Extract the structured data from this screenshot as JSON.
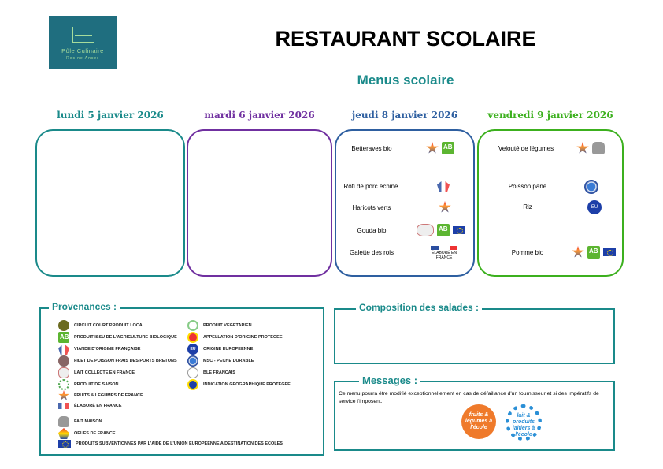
{
  "logo": {
    "line1": "Pôle Culinaire",
    "line2": "Recine Ancer"
  },
  "title": "RESTAURANT SCOLAIRE",
  "subtitle": "Menus scolaire",
  "colors": {
    "teal": "#1a8a8a",
    "purple": "#7030a0",
    "blue": "#2e5fa0",
    "green": "#3cb01e"
  },
  "days": [
    {
      "label": "lundi 5 janvier 2026",
      "items": []
    },
    {
      "label": "mardi 6 janvier 2026",
      "items": []
    },
    {
      "label": "jeudi 8 janvier 2026",
      "items": [
        {
          "name": "Betteraves bio",
          "icons": [
            "fruits-legumes-de-france-icon",
            "bio-icon"
          ]
        },
        {
          "name": "Rôti de porc échine",
          "icons": [
            "viande-francaise-icon"
          ]
        },
        {
          "name": "Haricots verts",
          "icons": [
            "fruits-legumes-de-france-icon"
          ]
        },
        {
          "name": "Gouda bio",
          "icons": [
            "lait-france-icon",
            "bio-icon",
            "eu-flag-icon"
          ]
        },
        {
          "name": "Galette des rois",
          "icons": [
            "elabore-en-france-icon"
          ]
        }
      ]
    },
    {
      "label": "vendredi 9 janvier 2026",
      "items": [
        {
          "name": "Velouté de légumes",
          "icons": [
            "fruits-legumes-de-france-icon",
            "fait-maison-icon"
          ]
        },
        {
          "name": "Poisson pané",
          "icons": [
            "msc-icon"
          ]
        },
        {
          "name": "Riz",
          "icons": [
            "origine-europeenne-icon"
          ]
        },
        {
          "name": "Pomme bio",
          "icons": [
            "fruits-legumes-de-france-icon",
            "bio-icon",
            "eu-flag-icon"
          ]
        }
      ]
    }
  ],
  "elabore_text": "ÉLABORÉ EN FRANCE",
  "provenances": {
    "title": "Provenances :",
    "left": [
      "CIRCUIT COURT PRODUIT LOCAL",
      "PRODUIT ISSU DE L'AGRICULTURE BIOLOGIQUE",
      "VIANDE D'ORIGINE FRANÇAISE",
      "FILET DE POISSON FRAIS DES PORTS BRETONS",
      "LAIT COLLECTÉ EN FRANCE",
      "PRODUIT DE SAISON",
      "FRUITS & LÉGUMES DE FRANCE",
      "ÉLABORÉ EN FRANCE",
      "FAIT MAISON",
      "OEUFS DE FRANCE",
      "PRODUITS SUBVENTIONNES PAR L'AIDE DE L'UNION EUROPEENNE A DESTINATION DES ECOLES"
    ],
    "right": [
      "PRODUIT VEGETARIEN",
      "APPELLATION D'ORIGINE PROTEGEE",
      "ORIGINE EUROPEENNE",
      "MSC - PECHE DURABLE",
      "BLE FRANCAIS",
      "INDICATION GEOGRAPHIQUE PROTEGEE"
    ]
  },
  "salades": {
    "title": "Composition des salades :"
  },
  "messages": {
    "title": "Messages :",
    "text": "Ce menu pourra être modifié exceptionnellement en cas de défaillance d'un fournisseur et si des impératifs de service l'imposent.",
    "logo_fruits": "fruits & légumes à l'école",
    "logo_lait": "lait & produits laitiers à l'école"
  },
  "eu_label": "EU"
}
